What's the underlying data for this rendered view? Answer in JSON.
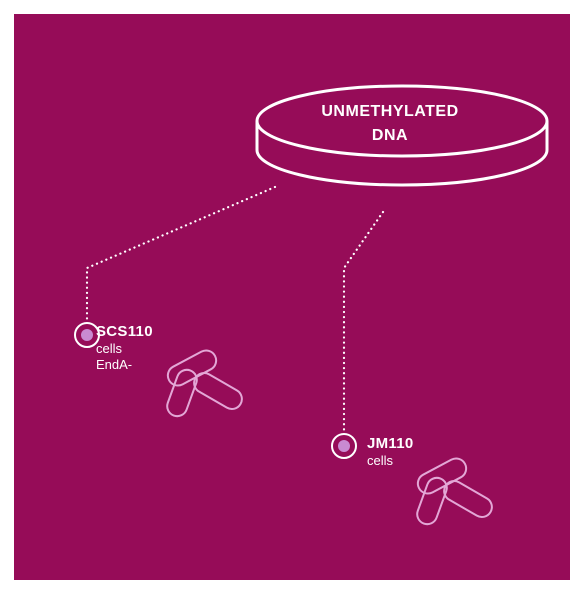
{
  "colors": {
    "panel_background": "#960c58",
    "foreground": "#ffffff",
    "bacteria_outline": "#e3a7d6",
    "marker_fill": "#c98ad1"
  },
  "dish": {
    "title_line1": "UNMETHYLATED",
    "title_line2": "DNA"
  },
  "strains": [
    {
      "name": "SCS110",
      "desc_line1": "cells",
      "desc_line2": "EndA-",
      "marker_icon": "target-dot-icon",
      "bacteria_icon": "bacteria-cluster-icon"
    },
    {
      "name": "JM110",
      "desc_line1": "cells",
      "desc_line2": "",
      "marker_icon": "target-dot-icon",
      "bacteria_icon": "bacteria-cluster-icon"
    }
  ]
}
